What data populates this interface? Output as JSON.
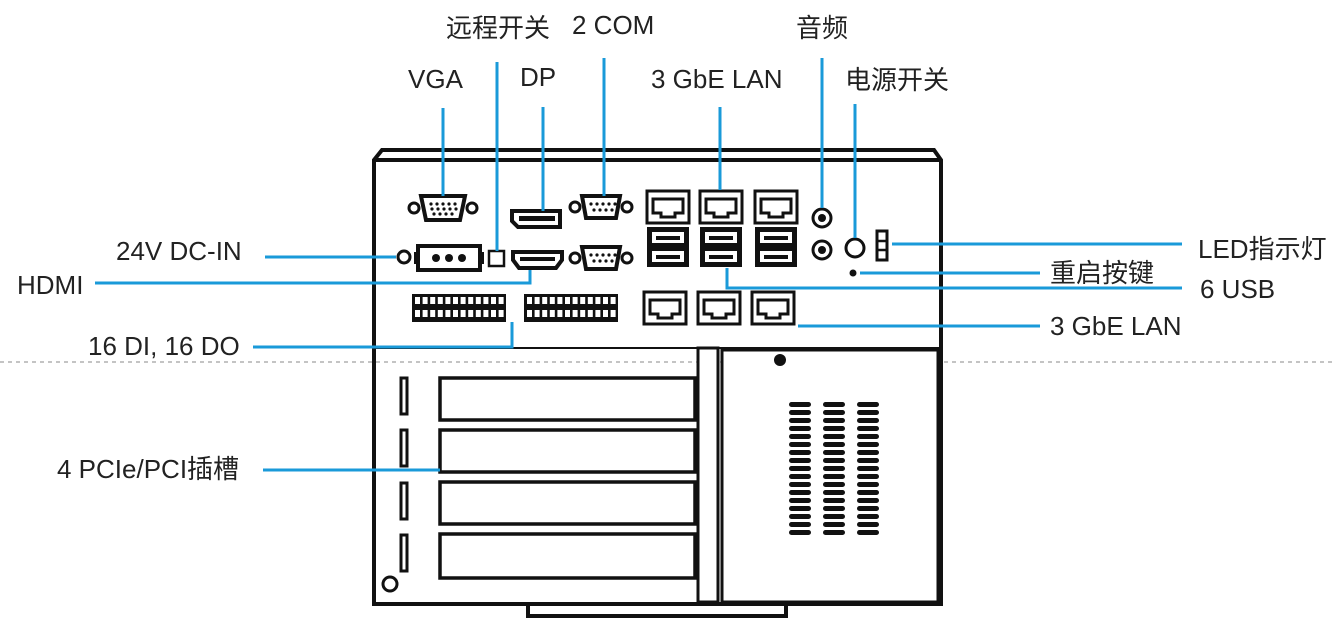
{
  "labels": {
    "remote_switch": "远程开关",
    "com": "2 COM",
    "audio": "音频",
    "vga": "VGA",
    "dp": "DP",
    "lan_top": "3 GbE LAN",
    "power_switch": "电源开关",
    "dc_in": "24V DC-IN",
    "led": "LED指示灯",
    "hdmi": "HDMI",
    "reset": "重启按键",
    "usb": "6 USB",
    "lan_bottom": "3 GbE LAN",
    "dio": "16 DI, 16 DO",
    "pcie": "4 PCIe/PCI插槽"
  },
  "colors": {
    "leader": "#1a9ad9",
    "outline": "#111111",
    "text": "#222222",
    "divider": "#b0b0b0"
  }
}
